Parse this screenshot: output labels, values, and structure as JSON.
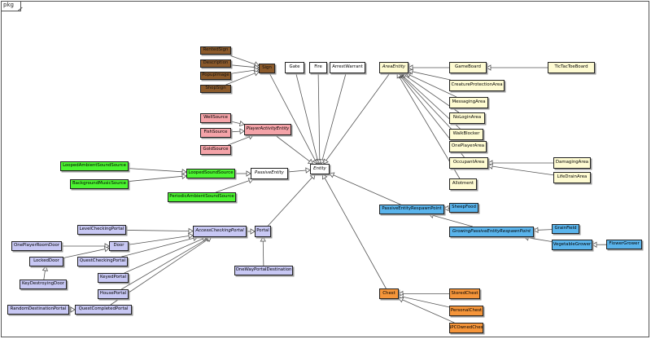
{
  "package_label": "pkg",
  "colors": {
    "white": "#ffffff",
    "brown": "#8b5a2b",
    "pink": "#f4a3a8",
    "green": "#4cf531",
    "cream": "#fefbd2",
    "lavender": "#c8c8f4",
    "blue": "#5ab4ec",
    "orange": "#f5953a",
    "edge": "#555555"
  },
  "nodes": {
    "renteds": {
      "label": "RentedSign"
    },
    "description": {
      "label": "Description"
    },
    "popupimage": {
      "label": "PopupImage"
    },
    "shopsign": {
      "label": "ShopSign"
    },
    "sign": {
      "label": "Sign"
    },
    "gate": {
      "label": "Gate"
    },
    "fire": {
      "label": "Fire"
    },
    "arrestwarrant": {
      "label": "ArrestWarrant"
    },
    "areaentity": {
      "label": "AreaEntity"
    },
    "gameboard": {
      "label": "GameBoard"
    },
    "tictactoe": {
      "label": "TicTacToeBoard"
    },
    "creatureprot": {
      "label": "CreatureProtectionArea"
    },
    "messagingarea": {
      "label": "MessagingArea"
    },
    "nologinarea": {
      "label": "NoLoginArea"
    },
    "walkblocker": {
      "label": "WalkBlocker"
    },
    "oneplayerarea": {
      "label": "OnePlayerArea"
    },
    "occupantarea": {
      "label": "OccupantArea"
    },
    "damagingarea": {
      "label": "DamagingArea"
    },
    "lifedrainarea": {
      "label": "LifeDrainArea"
    },
    "allotment": {
      "label": "Allotment"
    },
    "wellsource": {
      "label": "WellSource"
    },
    "fishsource": {
      "label": "FishSource"
    },
    "goldsource": {
      "label": "GoldSource"
    },
    "playeractivity": {
      "label": "PlayerActivityEntity"
    },
    "loopedambient": {
      "label": "LoopedAmbientSoundSource"
    },
    "bgmusic": {
      "label": "BackgroundMusicSource"
    },
    "loopedsound": {
      "label": "LoopedSoundSource"
    },
    "periodicambient": {
      "label": "PeriodicAmbientSoundSource"
    },
    "passiveentity": {
      "label": "PassiveEntity"
    },
    "entity": {
      "label": "Entity"
    },
    "passiverespawn": {
      "label": "PassiveEntityRespawnPoint"
    },
    "sheepfood": {
      "label": "SheepFood"
    },
    "growingrespawn": {
      "label": "GrowingPassiveEntityRespawnPoint"
    },
    "grainfield": {
      "label": "GrainField"
    },
    "vegetablegrower": {
      "label": "VegetableGrower"
    },
    "flowergrower": {
      "label": "FlowerGrower"
    },
    "levelchecking": {
      "label": "LevelCheckingPortal"
    },
    "accesschecking": {
      "label": "AccessCheckingPortal"
    },
    "portal": {
      "label": "Portal"
    },
    "oneplayerroom": {
      "label": "OnePlayerRoomDoor"
    },
    "door": {
      "label": "Door"
    },
    "lockeddoor": {
      "label": "LockedDoor"
    },
    "questchecking": {
      "label": "QuestCheckingPortal"
    },
    "keydestroying": {
      "label": "KeyDestroyingDoor"
    },
    "keyedportal": {
      "label": "KeyedPortal"
    },
    "houseportal": {
      "label": "HousePortal"
    },
    "oneway": {
      "label": "OneWayPortalDestination"
    },
    "randomdest": {
      "label": "RandomDestinationPortal"
    },
    "questcompleted": {
      "label": "QuestCompletedPortal"
    },
    "chest": {
      "label": "Chest"
    },
    "storedchest": {
      "label": "StoredChest"
    },
    "personalchest": {
      "label": "PersonalChest"
    },
    "npcowned": {
      "label": "NPCOwnedChest"
    }
  },
  "edges": [
    [
      "renteds",
      "sign"
    ],
    [
      "description",
      "sign"
    ],
    [
      "popupimage",
      "sign"
    ],
    [
      "shopsign",
      "sign"
    ],
    [
      "sign",
      "entity"
    ],
    [
      "gate",
      "entity"
    ],
    [
      "fire",
      "entity"
    ],
    [
      "arrestwarrant",
      "entity"
    ],
    [
      "areaentity",
      "entity"
    ],
    [
      "gameboard",
      "areaentity"
    ],
    [
      "tictactoe",
      "gameboard"
    ],
    [
      "creatureprot",
      "areaentity"
    ],
    [
      "messagingarea",
      "areaentity"
    ],
    [
      "nologinarea",
      "areaentity"
    ],
    [
      "walkblocker",
      "areaentity"
    ],
    [
      "oneplayerarea",
      "areaentity"
    ],
    [
      "occupantarea",
      "areaentity"
    ],
    [
      "allotment",
      "areaentity"
    ],
    [
      "damagingarea",
      "occupantarea"
    ],
    [
      "lifedrainarea",
      "occupantarea"
    ],
    [
      "wellsource",
      "playeractivity"
    ],
    [
      "fishsource",
      "playeractivity"
    ],
    [
      "goldsource",
      "playeractivity"
    ],
    [
      "playeractivity",
      "entity"
    ],
    [
      "loopedambient",
      "loopedsound"
    ],
    [
      "bgmusic",
      "loopedsound"
    ],
    [
      "loopedsound",
      "passiveentity"
    ],
    [
      "periodicambient",
      "passiveentity"
    ],
    [
      "passiveentity",
      "entity"
    ],
    [
      "passiverespawn",
      "entity"
    ],
    [
      "sheepfood",
      "passiverespawn"
    ],
    [
      "growingrespawn",
      "passiverespawn"
    ],
    [
      "grainfield",
      "growingrespawn"
    ],
    [
      "vegetablegrower",
      "growingrespawn"
    ],
    [
      "flowergrower",
      "vegetablegrower"
    ],
    [
      "levelchecking",
      "accesschecking"
    ],
    [
      "door",
      "accesschecking"
    ],
    [
      "questchecking",
      "accesschecking"
    ],
    [
      "keyedportal",
      "accesschecking"
    ],
    [
      "houseportal",
      "accesschecking"
    ],
    [
      "questcompleted",
      "accesschecking"
    ],
    [
      "accesschecking",
      "portal"
    ],
    [
      "oneway",
      "portal"
    ],
    [
      "portal",
      "entity"
    ],
    [
      "oneplayerroom",
      "door"
    ],
    [
      "lockeddoor",
      "door"
    ],
    [
      "keydestroying",
      "lockeddoor"
    ],
    [
      "randomdest",
      "questcompleted"
    ],
    [
      "chest",
      "entity"
    ],
    [
      "storedchest",
      "chest"
    ],
    [
      "personalchest",
      "chest"
    ],
    [
      "npcowned",
      "chest"
    ]
  ]
}
